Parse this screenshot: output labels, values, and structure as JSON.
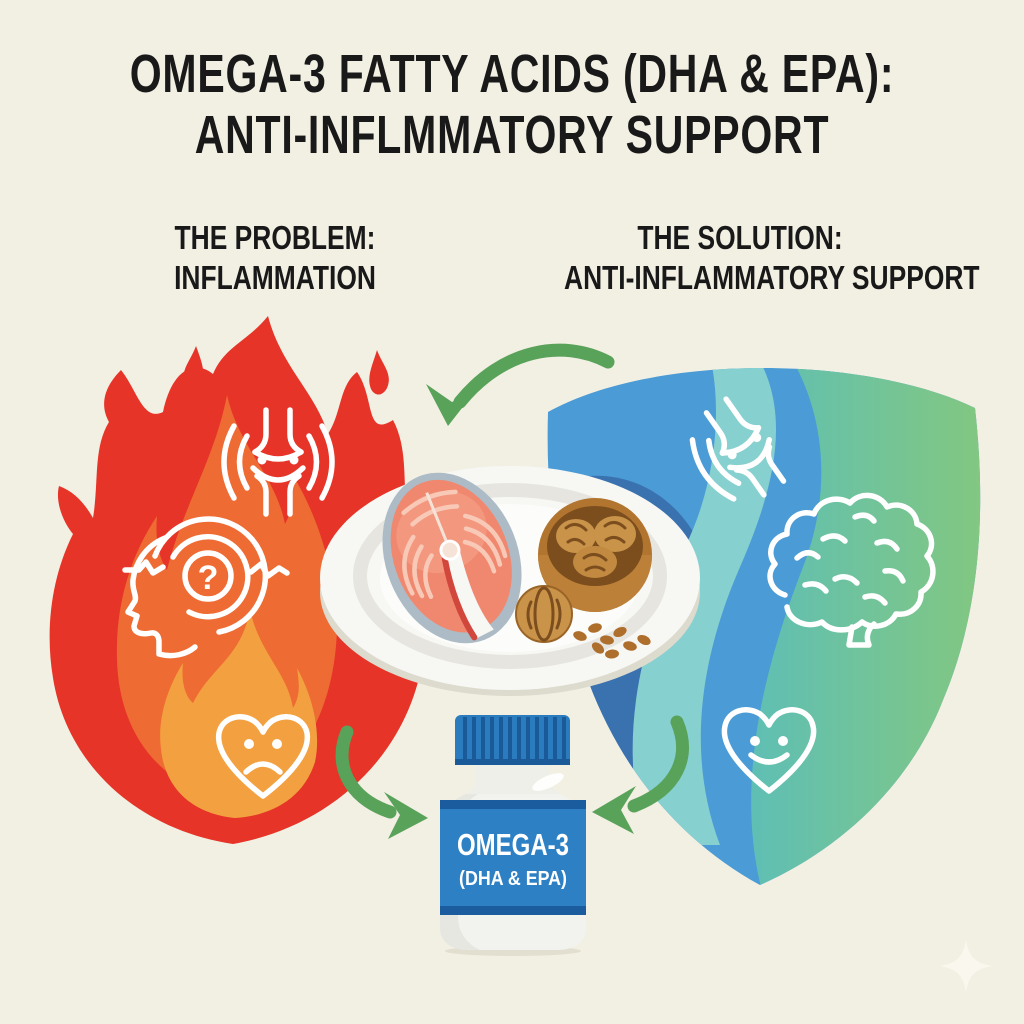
{
  "title": {
    "line1": "OMEGA-3 FATTY ACIDS (DHA & EPA):",
    "line2": "ANTI-INFLMMATORY SUPPORT"
  },
  "problem": {
    "heading_line1": "THE PROBLEM:",
    "heading_line2": "INFLAMMATION",
    "question_mark": "?",
    "icons": [
      "inflamed-joint-icon",
      "foggy-head-question-icon",
      "sad-heart-icon"
    ]
  },
  "solution": {
    "heading_line1": "THE SOLUTION:",
    "heading_line2": "ANTI-INFLAMMATORY SUPPORT",
    "icons": [
      "healthy-joint-icon",
      "brain-icon",
      "happy-heart-icon"
    ]
  },
  "foods": [
    "salmon-steak",
    "walnut-bowl",
    "whole-walnut",
    "flax-seeds"
  ],
  "bottle": {
    "label_line1": "OMEGA-3",
    "label_line2": "(DHA & EPA)"
  },
  "decorations": [
    "curved-arrow-to-plate",
    "curved-arrow-flame-to-bottle",
    "curved-arrow-shield-to-bottle",
    "sparkle-icon"
  ],
  "colors": {
    "background": "#F2EFE3",
    "text": "#191919",
    "flame_red": "#E63428",
    "flame_orange": "#EE6B33",
    "flame_amber": "#F3A140",
    "shield_blue": "#4A9BD6",
    "shield_blue_dark": "#3A71AF",
    "shield_teal_light": "#87D0D0",
    "shield_teal": "#5FBFB4",
    "shield_green": "#85C87D",
    "arrow_green": "#58A259",
    "bottle_cap_blue": "#2A7CBE",
    "bottle_label_blue": "#2E80C4",
    "bottle_label_stripe": "#1B5C9E",
    "salmon_pink": "#F0886F",
    "walnut_brown": "#B1752F"
  }
}
